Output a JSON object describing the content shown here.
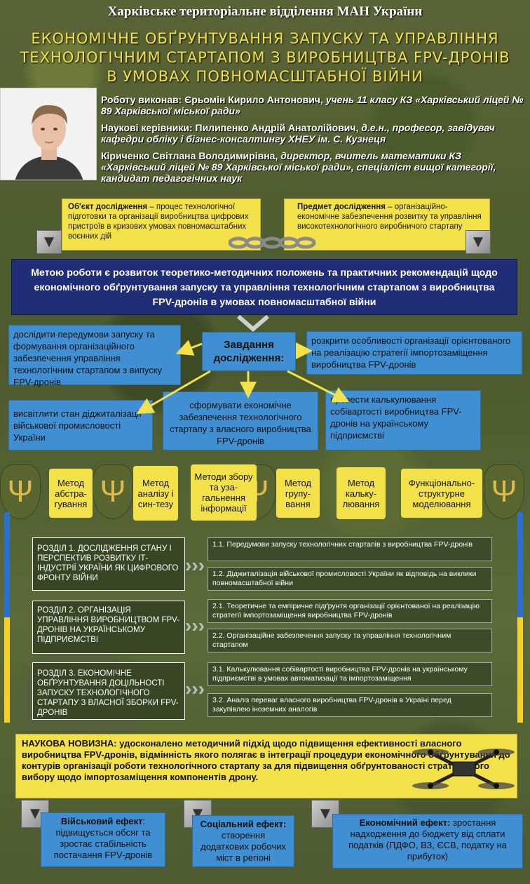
{
  "header": {
    "org": "Харківське територіальне відділення МАН України",
    "title_lines": [
      "ЕКОНОМІЧНЕ ОБҐРУНТУВАННЯ ЗАПУСКУ ТА УПРАВЛІННЯ",
      "ТЕХНОЛОГІЧНИМ СТАРТАПОМ З ВИРОБНИЦТВА FPV-ДРОНІВ",
      "В УМОВАХ ПОВНОМАСШТАБНОЇ ВІЙНИ"
    ]
  },
  "authors": {
    "author_label": "Роботу виконав: Єрьомін Кирило Антонович,",
    "author_info": "учень 11 класу КЗ «Харківський ліцей № 89 Харківської міської ради»",
    "advisor_label": "Наукові керівники: Пилипенко Андрій Анатолійович,",
    "advisor_info": "д.е.н., професор, завідувач кафедри обліку і бізнес-консалтингу ХНЕУ ім. С. Кузнеця",
    "advisor2_name": "Кіриченко Світлана Володимирівна,",
    "advisor2_info": "директор, вчитель математики КЗ «Харківський ліцей № 89 Харківської міської ради», спеціаліст вищої категорії, кандидат педагогічних наук"
  },
  "object": {
    "label": "Об'єкт дослідження",
    "text": " – процес технологічної підготовки та організації виробництва цифрових пристроїв в кризових умовах повномасштабних воєнних дій"
  },
  "subject": {
    "label": "Предмет дослідження",
    "text": " – організаційно-економічне забезпечення розвитку та управління високотехнологічного виробничого стартапу"
  },
  "goal": "Метою роботи є розвиток теоретико-методичних положень та практичних рекомендацій щодо економічного обґрунтування запуску та управління технологічним стартапом з виробництва FPV-дронів в умовах повномасштабної війни",
  "tasks": {
    "title": "Завдання дослідження:",
    "t1": "дослідити передумови запуску та формування організаційного забезпечення управління технологічним стартапом з випуску FPV-дронів",
    "t2": "розкрити особливості організації орієнтованого на реалізацію стратегії імпортозаміщення виробництва FPV-дронів",
    "t3": "висвітлити стан діджиталізації військової промисловості України",
    "t4": "сформувати економічне забезпечення технологічного стартапу з власного виробництва FPV-дронів",
    "t5": "провести калькулювання собівартості виробництва FPV-дронів на українському підприємстві"
  },
  "methods": [
    "Метод абстра-гування",
    "Метод аналізу і син-тезу",
    "Методи збору та уза-гальнення інформації",
    "Метод групу-вання",
    "Метод кальку-лювання",
    "Функціонально-структурне моделювання"
  ],
  "sections": [
    {
      "title": "РОЗДІЛ 1. ДОСЛІДЖЕННЯ СТАНУ І ПЕРСПЕКТИВ РОЗВИТКУ ІТ-ІНДУСТРІЇ УКРАЇНИ ЯК ЦИФРОВОГО ФРОНТУ ВІЙНИ",
      "subs": [
        "1.1. Передумови запуску технологічних стартапів з виробництва FPV-дронів",
        "1.2. Діджиталізація військової промисловості України як відповідь на виклики повномасштабної війни"
      ]
    },
    {
      "title": "РОЗДІЛ 2. ОРГАНІЗАЦІЯ УПРАВЛІННЯ ВИРОБНИЦТВОМ FPV-ДРОНІВ НА УКРАЇНСЬКОМУ ПІДПРИЄМСТВІ",
      "subs": [
        "2.1. Теоретичне та емпіричне підґрунтя організації орієнтованої на реалізацію стратегії імпортозаміщення виробництва FPV-дронів",
        "2.2. Організаційне забезпечення запуску та управління технологічним стартапом"
      ]
    },
    {
      "title": "РОЗДІЛ 3. ЕКОНОМІЧНЕ ОБҐРУНТУВАННЯ ДОЦІЛЬНОСТІ ЗАПУСКУ ТЕХНОЛОГІЧНОГО СТАРТАПУ З ВЛАСНОЇ ЗБОРКИ FPV-ДРОНІВ",
      "subs": [
        "3.1. Калькулювання собівартості виробництва FPV-дронів на українському підприємстві в умовах автоматизації та імпортозаміщення",
        "3.2. Аналіз переваг власного виробництва FPV-дронів в Україні перед закупівлею іноземних аналогів"
      ]
    }
  ],
  "novelty": {
    "label": "НАУКОВА НОВИЗНА:",
    "text": " удосконалено методичний підхід щодо підвищення ефективності власного виробництва FPV-дронів, відмінність якого полягає в інтеграції процедури економічного обґрунтування до контурів організації роботи технологічного стартапу за для підвищення обґрунтованості стратегічного вибору щодо імпортозаміщення компонентів дрону."
  },
  "effects": {
    "military_label": "Військовий ефект",
    "military_text": ": підвищується обсяг та зростає стабільність постачання FPV-дронів",
    "social_label": "Соціальний ефект:",
    "social_text": " створення додаткових робочих міст в регіоні",
    "economic_label": "Економічний ефект:",
    "economic_text": " зростання надходження до бюджету від сплати податків (ПДФО, ВЗ, ЄСВ, податку на прибуток)"
  },
  "colors": {
    "yellow": "#f3e14a",
    "blue": "#3f8fd2",
    "navy": "#1f2e77",
    "khaki": "#3a4524"
  }
}
